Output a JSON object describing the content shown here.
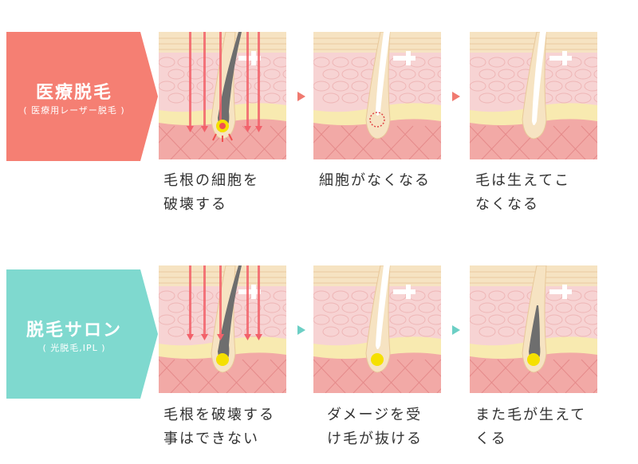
{
  "rows": [
    {
      "id": "medical",
      "title": "医療脱毛",
      "subtitle": "( 医療用レーザー脱毛 )",
      "color": "#f57f73",
      "arrow_color": "#f07a70",
      "steps": [
        {
          "caption": "毛根の細胞を\n破壊する",
          "state": "laser-destroy"
        },
        {
          "caption": "細胞がなくなる",
          "state": "cell-gone"
        },
        {
          "caption": "毛は生えてこ\nなくなる",
          "state": "no-hair"
        }
      ]
    },
    {
      "id": "salon",
      "title": "脱毛サロン",
      "subtitle": "( 光脱毛,IPL )",
      "color": "#7fd9cf",
      "arrow_color": "#6ccfc5",
      "steps": [
        {
          "caption": "毛根を破壊する\n事はできない",
          "state": "light-no-destroy"
        },
        {
          "caption": "ダメージを受\nけ毛が抜ける",
          "state": "hair-falls"
        },
        {
          "caption": "また毛が生えて\nくる",
          "state": "regrow"
        }
      ]
    }
  ],
  "colors": {
    "skin_top": "#f6e3c2",
    "skin_mid": "#f7d3d3",
    "fat": "#f8eab0",
    "dermis": "#f2a9a6",
    "laser": "#f2616a",
    "hair": "#6e6e6e",
    "bulb": "#f5e000"
  }
}
